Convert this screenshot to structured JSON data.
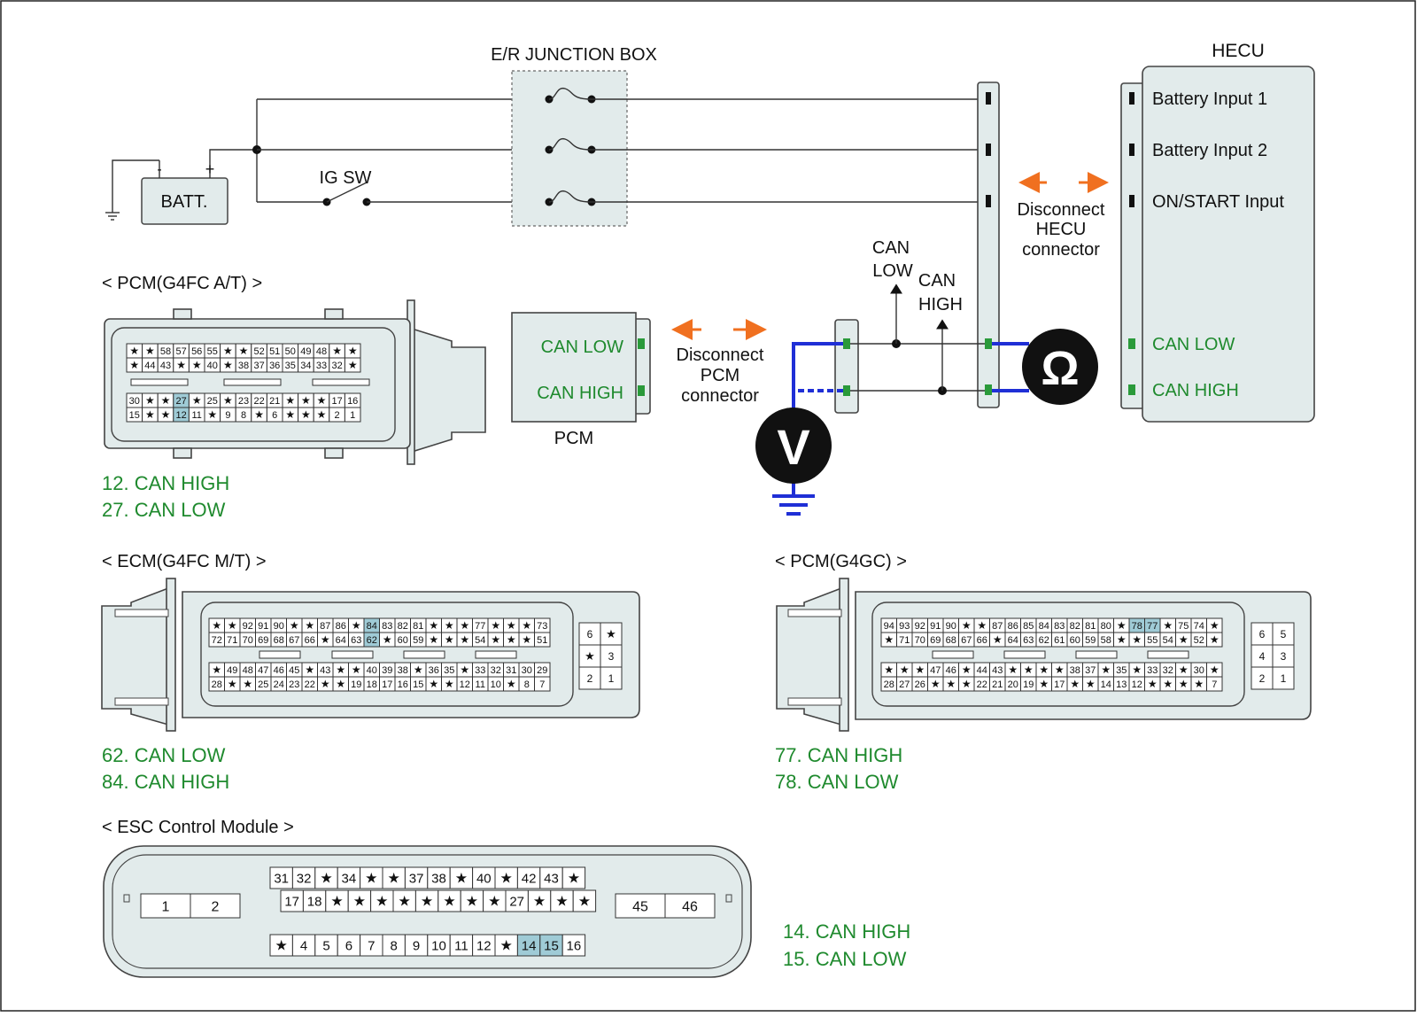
{
  "colors": {
    "wire": "#333333",
    "probe_wire": "#1f2fd6",
    "connector_fill": "#e2ebeb",
    "label_green": "#1f8a2e",
    "arrow_orange": "#f07020",
    "pin_highlight": "#9fcbd6"
  },
  "top": {
    "junction_box_title": "E/R JUNCTION BOX",
    "battery_label": "BATT.",
    "battery_minus": "-",
    "battery_plus": "+",
    "ig_switch_label": "IG SW",
    "hecu_title": "HECU",
    "hecu_inputs": [
      "Battery Input 1",
      "Battery Input 2",
      "ON/START Input"
    ],
    "hecu_can_low": "CAN LOW",
    "hecu_can_high": "CAN HIGH",
    "disconnect_hecu": [
      "Disconnect",
      "HECU",
      "connector"
    ],
    "pcm_box_title": "PCM",
    "pcm_can_low": "CAN LOW",
    "pcm_can_high": "CAN HIGH",
    "disconnect_pcm": [
      "Disconnect",
      "PCM",
      "connector"
    ],
    "can_low_probe": [
      "CAN",
      "LOW"
    ],
    "can_high_probe": [
      "CAN",
      "HIGH"
    ],
    "voltmeter_symbol": "V",
    "ohmmeter_symbol": "Ω"
  },
  "connectors": {
    "pcm_g4fc_at": {
      "title": "< PCM(G4FC A/T) >",
      "row1": [
        "★",
        "★",
        "58",
        "57",
        "56",
        "55",
        "★",
        "★",
        "52",
        "51",
        "50",
        "49",
        "48",
        "★",
        "★"
      ],
      "row2": [
        "★",
        "44",
        "43",
        "★",
        "★",
        "40",
        "★",
        "38",
        "37",
        "36",
        "35",
        "34",
        "33",
        "32",
        "★"
      ],
      "row3": [
        "30",
        "★",
        "★",
        "27",
        "★",
        "25",
        "★",
        "23",
        "22",
        "21",
        "★",
        "★",
        "★",
        "17",
        "16"
      ],
      "row4": [
        "15",
        "★",
        "★",
        "12",
        "11",
        "★",
        "9",
        "8",
        "★",
        "6",
        "★",
        "★",
        "★",
        "2",
        "1"
      ],
      "notes": [
        "12. CAN HIGH",
        "27. CAN LOW"
      ]
    },
    "ecm_g4fc_mt": {
      "title": "< ECM(G4FC M/T) >",
      "row1": [
        "★",
        "★",
        "92",
        "91",
        "90",
        "★",
        "★",
        "87",
        "86",
        "★",
        "84",
        "83",
        "82",
        "81",
        "★",
        "★",
        "★",
        "77",
        "★",
        "★",
        "★",
        "73"
      ],
      "row2": [
        "72",
        "71",
        "70",
        "69",
        "68",
        "67",
        "66",
        "★",
        "64",
        "63",
        "62",
        "★",
        "60",
        "59",
        "★",
        "★",
        "★",
        "54",
        "★",
        "★",
        "★",
        "51"
      ],
      "row3": [
        "★",
        "49",
        "48",
        "47",
        "46",
        "45",
        "★",
        "43",
        "★",
        "★",
        "40",
        "39",
        "38",
        "★",
        "36",
        "35",
        "★",
        "33",
        "32",
        "31",
        "30",
        "29"
      ],
      "row4": [
        "28",
        "★",
        "★",
        "25",
        "24",
        "23",
        "22",
        "★",
        "★",
        "19",
        "18",
        "17",
        "16",
        "15",
        "★",
        "★",
        "12",
        "11",
        "10",
        "★",
        "8",
        "7"
      ],
      "side": [
        "6",
        "★",
        "★",
        "3",
        "2",
        "1"
      ],
      "notes": [
        "62. CAN LOW",
        "84. CAN HIGH"
      ]
    },
    "pcm_g4gc": {
      "title": "< PCM(G4GC) >",
      "row1": [
        "94",
        "93",
        "92",
        "91",
        "90",
        "★",
        "★",
        "87",
        "86",
        "85",
        "84",
        "83",
        "82",
        "81",
        "80",
        "★",
        "78",
        "77",
        "★",
        "75",
        "74",
        "★"
      ],
      "row2": [
        "★",
        "71",
        "70",
        "69",
        "68",
        "67",
        "66",
        "★",
        "64",
        "63",
        "62",
        "61",
        "60",
        "59",
        "58",
        "★",
        "★",
        "55",
        "54",
        "★",
        "52",
        "★"
      ],
      "row3": [
        "★",
        "★",
        "★",
        "47",
        "46",
        "★",
        "44",
        "43",
        "★",
        "★",
        "★",
        "★",
        "38",
        "37",
        "★",
        "35",
        "★",
        "33",
        "32",
        "★",
        "30",
        "★"
      ],
      "row4": [
        "28",
        "27",
        "26",
        "★",
        "★",
        "★",
        "22",
        "21",
        "20",
        "19",
        "★",
        "17",
        "★",
        "★",
        "14",
        "13",
        "12",
        "★",
        "★",
        "★",
        "★",
        "7"
      ],
      "side": [
        "6",
        "5",
        "4",
        "3",
        "2",
        "1"
      ],
      "notes": [
        "77. CAN HIGH",
        "78. CAN LOW"
      ]
    },
    "esc_module": {
      "title": "< ESC Control Module >",
      "row1": [
        "31",
        "32",
        "★",
        "34",
        "★",
        "★",
        "37",
        "38",
        "★",
        "40",
        "★",
        "42",
        "43",
        "★"
      ],
      "row2": [
        "17",
        "18",
        "★",
        "★",
        "★",
        "★",
        "★",
        "★",
        "★",
        "★",
        "27",
        "★",
        "★",
        "★"
      ],
      "row3": [
        "★",
        "4",
        "5",
        "6",
        "7",
        "8",
        "9",
        "10",
        "11",
        "12",
        "★",
        "14",
        "15",
        "16"
      ],
      "left_pins": [
        "1",
        "2"
      ],
      "right_pins": [
        "45",
        "46"
      ],
      "notes": [
        "14. CAN HIGH",
        "15. CAN LOW"
      ]
    }
  }
}
